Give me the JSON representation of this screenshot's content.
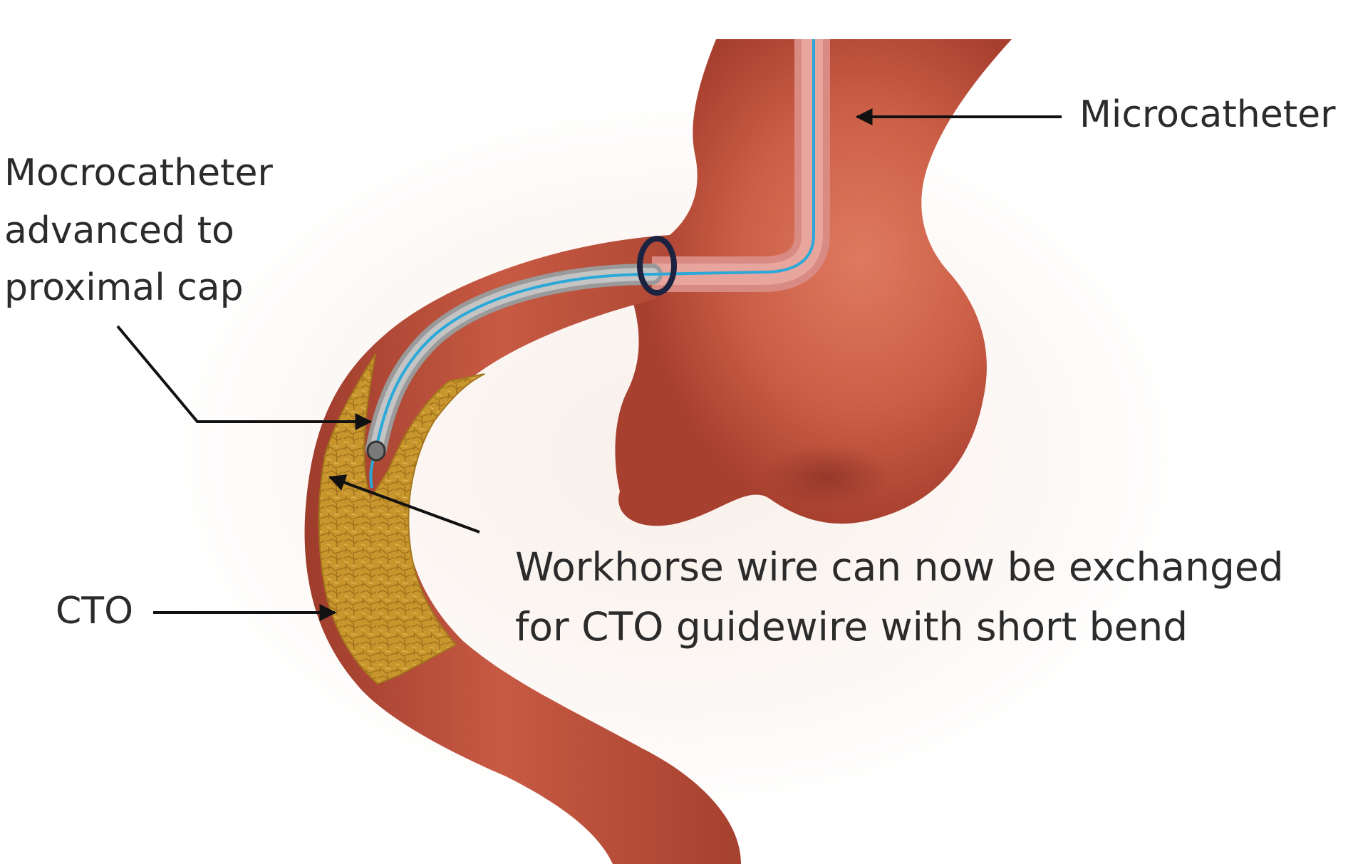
{
  "labels": {
    "microcatheter": "Microcatheter",
    "mocrocatheter": [
      "Mocrocatheter",
      "advanced to",
      "proximal cap"
    ],
    "workhorse": [
      "Workhorse wire can now be exchanged",
      "for CTO guidewire with short bend"
    ],
    "cto": "CTO"
  },
  "colors": {
    "vessel": "#b44a36",
    "vessel_light": "#d9735b",
    "plaque": "#c9962e",
    "catheter_pink": "#d88a83",
    "catheter_gray": "#a9a9a9",
    "wire": "#2aa8d8",
    "arrow": "#111111",
    "text": "#2b2b2b"
  }
}
